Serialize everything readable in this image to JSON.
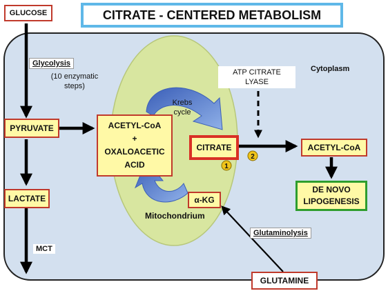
{
  "title": "CITRATE - CENTERED METABOLISM",
  "regions": {
    "cytoplasm": "Cytoplasm",
    "mitochondrion": "Mitochondrium"
  },
  "nodes": {
    "glucose": "GLUCOSE",
    "pyruvate": "PYRUVATE",
    "lactate": "LACTATE",
    "acetyl_coa_oaa": [
      "ACETYL-CoA",
      "+",
      "OXALOACETIC",
      "ACID"
    ],
    "citrate": "CITRATE",
    "akg": "α-KG",
    "acetyl_coa": "ACETYL-CoA",
    "de_novo": [
      "DE NOVO",
      "LIPOGENESIS"
    ],
    "glutamine": "GLUTAMINE"
  },
  "labels": {
    "glycolysis": "Glycolysis",
    "enzymatic_steps": [
      "(10 enzymatic",
      "steps)"
    ],
    "krebs_cycle": [
      "Krebs",
      "cycle"
    ],
    "atp_citrate_lyase": [
      "ATP CITRATE",
      "LYASE"
    ],
    "glutaminolysis": "Glutaminolysis",
    "mct": "MCT"
  },
  "markers": {
    "marker_1": "1",
    "marker_2": "2"
  },
  "colors": {
    "cytoplasm_fill": "#d3e0ef",
    "mitochondrion_fill": "#d8e6a0",
    "node_fill": "#fff9a6",
    "node_border": "#c0392b",
    "title_border": "#5fb8e8",
    "de_novo_border": "#2e9d2e",
    "krebs_arrow": "#4a73c4",
    "marker_fill": "#f0c419"
  }
}
